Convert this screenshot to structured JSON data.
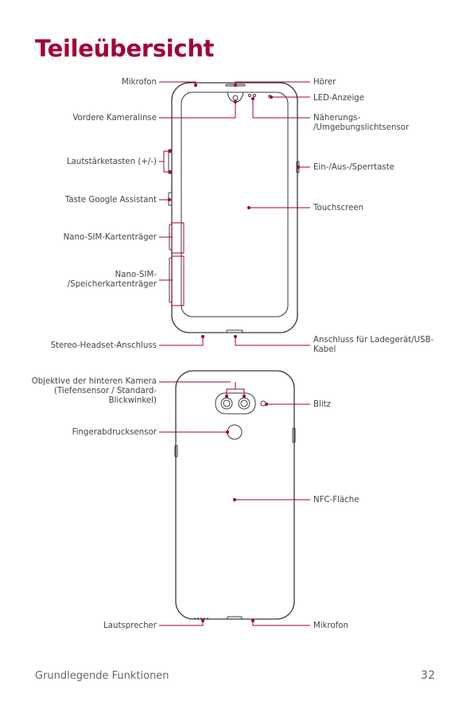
{
  "title": "Teileübersicht",
  "front_labels": {
    "mikrofon": "Mikrofon",
    "hoerer": "Hörer",
    "led": "LED-Anzeige",
    "kameralinse": "Vordere Kameralinse",
    "naeherung_1": "Näherungs-",
    "naeherung_2": "/Umgebungslichtsensor",
    "lautstaerke": "Lautstärketasten (+/-)",
    "ein_aus": "Ein-/Aus-/Sperrtaste",
    "google": "Taste Google Assistant",
    "touchscreen": "Touchscreen",
    "nano_sim": "Nano-SIM-Kartenträger",
    "nano_sim_speicher_1": "Nano-SIM-",
    "nano_sim_speicher_2": "/Speicherkartenträger",
    "headset": "Stereo-Headset-Anschluss",
    "ladegeraet_1": "Anschluss für Ladegerät/USB-",
    "ladegeraet_2": "Kabel"
  },
  "back_labels": {
    "objektive_1": "Objektive der hinteren Kamera",
    "objektive_2": "(Tiefensensor / Standard-",
    "objektive_3": "Blickwinkel)",
    "blitz": "Blitz",
    "fingerabdruck": "Fingerabdrucksensor",
    "nfc": "NFC-Fläche",
    "lautsprecher": "Lautsprecher",
    "mikrofon": "Mikrofon"
  },
  "footer": {
    "section": "Grundlegende Funktionen",
    "page": "32"
  },
  "colors": {
    "accent": "#a50034",
    "outline": "#3a3a3a",
    "text": "#444444"
  }
}
